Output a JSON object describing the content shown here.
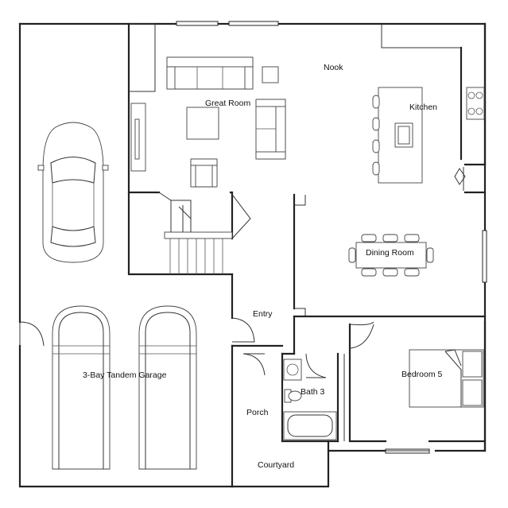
{
  "rooms": {
    "nook": "Nook",
    "great_room": "Great Room",
    "kitchen": "Kitchen",
    "dining_room": "Dining Room",
    "entry": "Entry",
    "garage": "3-Bay Tandem Garage",
    "bath3": "Bath 3",
    "bedroom5": "Bedroom 5",
    "porch": "Porch",
    "courtyard": "Courtyard"
  }
}
